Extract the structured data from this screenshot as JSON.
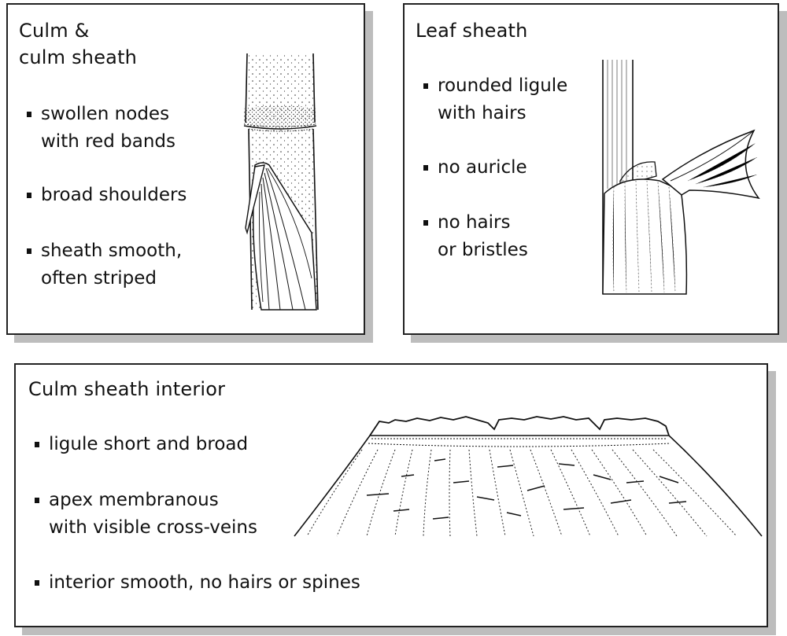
{
  "panels": {
    "culm": {
      "title_line1": "Culm &",
      "title_line2": "culm sheath",
      "bullets": [
        "swollen nodes\nwith red bands",
        "broad shoulders",
        "sheath smooth,\noften striped"
      ]
    },
    "leaf": {
      "title": "Leaf sheath",
      "bullets": [
        "rounded ligule\nwith hairs",
        "no auricle",
        "no hairs\nor bristles"
      ]
    },
    "interior": {
      "title": "Culm sheath interior",
      "bullets": [
        "ligule short and broad",
        "apex membranous\nwith visible cross-veins",
        "interior smooth, no hairs or spines"
      ]
    }
  }
}
